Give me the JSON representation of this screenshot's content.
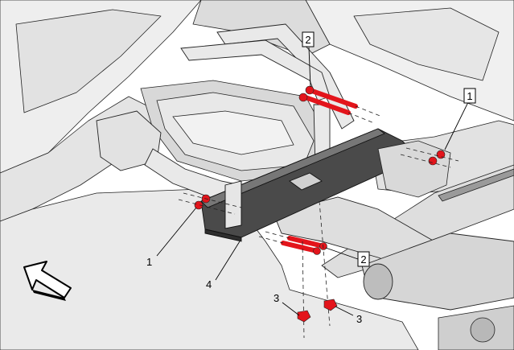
{
  "callouts": {
    "fastener_bolt_boxed": "1",
    "fastener_bolt_label": "1",
    "bolt_upper_boxed": "2",
    "bolt_lower_boxed": "2",
    "nut_left_label": "3",
    "nut_right_label": "3",
    "crossmember_label": "4"
  },
  "colors": {
    "hardware": "#e3141b",
    "line_art": "#222222",
    "metal_fill": "#e6e6e6",
    "dark_part": "#4a4a4a"
  },
  "icons": {
    "direction": "front-arrow-icon"
  }
}
